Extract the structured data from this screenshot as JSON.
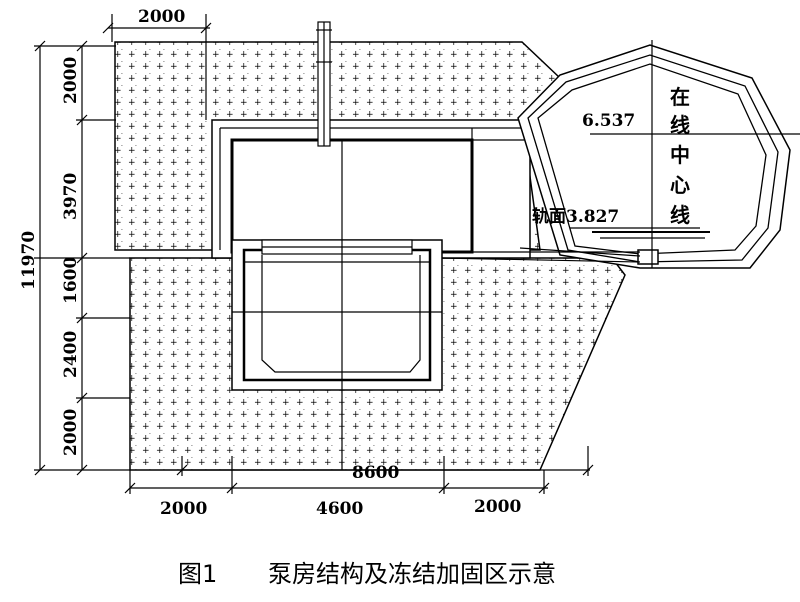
{
  "dimensions": {
    "top_width": "2000",
    "left_total": "11970",
    "left_1": "2000",
    "left_2": "3970",
    "left_3": "1600",
    "left_4": "2400",
    "left_5": "2000",
    "bottom_mid": "8600",
    "bottom_1": "2000",
    "bottom_2": "4600",
    "bottom_3": "2000"
  },
  "labels": {
    "elevation_top": "6.537",
    "rail_surface": "轨面3.827",
    "center_line": [
      "在",
      "线",
      "中",
      "心",
      "线"
    ]
  },
  "caption": {
    "figure": "图1",
    "title": "泵房结构及冻结加固区示意"
  }
}
